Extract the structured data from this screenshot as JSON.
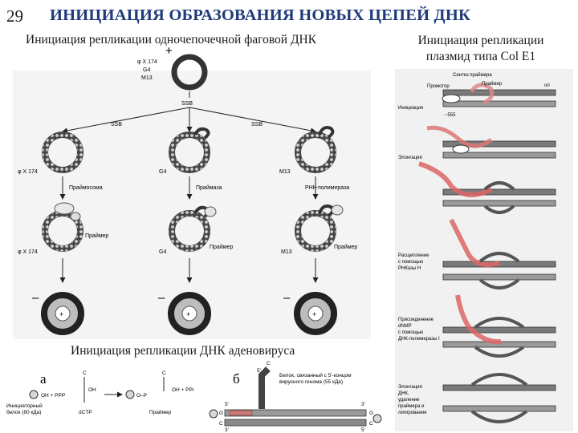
{
  "slide": {
    "number": "29",
    "title": "ИНИЦИАЦИЯ ОБРАЗОВАНИЯ НОВЫХ ЦЕПЕЙ ДНК"
  },
  "left_panel": {
    "heading": "Инициация репликации одночепочечной фаговой ДНК",
    "top": {
      "plus": "+",
      "labels": [
        "φ X 174",
        "G4",
        "M13"
      ],
      "ssb": "SSB"
    },
    "branch_ssb_left": "SSB",
    "branch_ssb_right": "SSB",
    "col1": {
      "phage": "φ X 174",
      "enzyme": "Праймосома",
      "primer": "Праймер",
      "phage2": "φ X 174",
      "minus": "–",
      "plus": "+"
    },
    "col2": {
      "phage": "G4",
      "enzyme": "Праймаза",
      "primer": "Праймер",
      "phage2": "G4",
      "minus": "–",
      "plus": "+"
    },
    "col3": {
      "phage": "M13",
      "enzyme": "РНК-полимераза",
      "primer": "Праймер",
      "phage2": "M13",
      "minus": "–",
      "plus": "+"
    }
  },
  "right_panel": {
    "heading_line1": "Инициация репликации",
    "heading_line2": "плазмид типа Col E1",
    "labels": {
      "synthesis": "Синтез праймера",
      "primer": "Праймер",
      "promoter": "Промотор",
      "initiation": "Инициация",
      "rnaii": "~555",
      "elongation": "Элонгация",
      "ori": "ori",
      "rnase_1": "Расщепление",
      "rnase_2": "с помощью",
      "rnase_3": "РНКазы Н",
      "dnmp_1": "Присоединение",
      "dnmp_2": "dNMP",
      "dnmp_3": "с помощью",
      "dnmp_4": "ДНК-полимеразы I",
      "final_1": "Элонгация",
      "final_2": "ДНК,",
      "final_3": "удаление",
      "final_4": "праймера и",
      "final_5": "лигирование"
    }
  },
  "bottom_panel": {
    "heading": "Инициация репликации ДНК аденовируса",
    "part_a": {
      "label": "а",
      "protein": "Инициаторный белок (80 кДа)",
      "protein_line1": "Инициаторный",
      "protein_line2": "белок (80 кДа)",
      "oh_ppp": "OH + PPP",
      "c_top": "C",
      "oh": "OH",
      "dctp": "dCTP",
      "arrow": "→",
      "c_top2": "C",
      "o_p": "O–P",
      "pi": "OH + PPi",
      "primer": "Праймер"
    },
    "part_b": {
      "label": "б",
      "five_prime_top": "5'",
      "c_letter": "C",
      "note_line1": "Белок, связанный с 5'-концом",
      "note_line2": "вирусного генома (55 кДа)",
      "five_prime_left": "5'",
      "g_left": "G",
      "c_left": "C",
      "three_prime_left": "3'",
      "three_prime_right": "3'",
      "g_right": "G",
      "c_right": "C",
      "five_prime_right": "5'"
    }
  }
}
